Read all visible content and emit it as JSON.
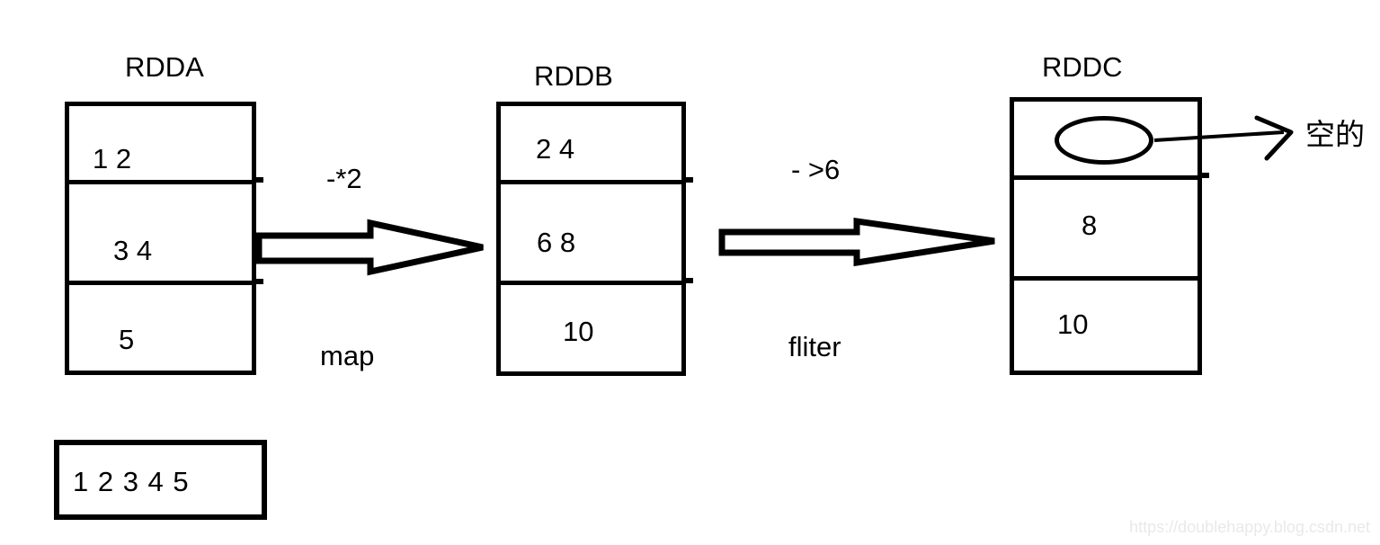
{
  "colors": {
    "ink": "#000000",
    "background": "#ffffff",
    "watermark_text": "#e9e9ec"
  },
  "rdds": [
    {
      "title": "RDDA",
      "partitions": [
        "1 2",
        "3 4",
        "5"
      ]
    },
    {
      "title": "RDDB",
      "partitions": [
        "2 4",
        "6 8",
        "10"
      ]
    },
    {
      "title": "RDDC",
      "partitions": [
        "",
        "8",
        "10"
      ]
    }
  ],
  "transforms": [
    {
      "formula": "-*2",
      "operation": "map"
    },
    {
      "formula": "- >6",
      "operation": "fliter"
    }
  ],
  "annotations": {
    "empty_label": "空的"
  },
  "source": {
    "value": "1 2 3 4 5"
  },
  "watermark": {
    "text": "https://doublehappy.blog.csdn.net"
  }
}
